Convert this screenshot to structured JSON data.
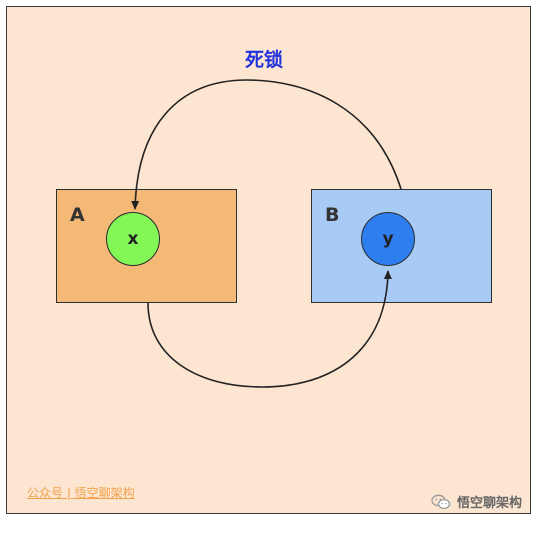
{
  "diagram": {
    "title": "死锁",
    "boxes": [
      {
        "label": "A",
        "node": "x",
        "color": "#f4b877",
        "node_color": "#82f755"
      },
      {
        "label": "B",
        "node": "y",
        "color": "#a7cbf5",
        "node_color": "#2f7ef0"
      }
    ],
    "edges": [
      {
        "from": "B",
        "to": "x"
      },
      {
        "from": "A",
        "to": "y"
      }
    ]
  },
  "watermark": {
    "left_text": "公众号 | 悟空聊架构",
    "right_text": "悟空聊架构",
    "icon": "wechat-icon"
  }
}
